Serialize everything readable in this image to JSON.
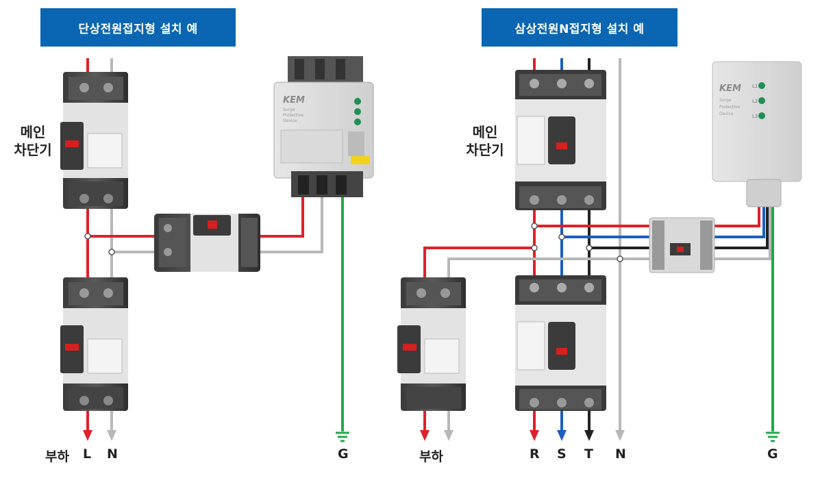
{
  "left_panel": {
    "title": "단상전원접지형 설치 예",
    "main_breaker_label_line1": "메인",
    "main_breaker_label_line2": "차단기",
    "bottom_labels": {
      "load": "부하",
      "live": "L",
      "neutral": "N",
      "ground": "G"
    },
    "spd": {
      "brand": "KEM",
      "desc_line1": "Surge",
      "desc_line2": "Protective",
      "desc_line3": "Device"
    }
  },
  "right_panel": {
    "title": "삼상전원N접지형 설치 예",
    "main_breaker_label_line1": "메인",
    "main_breaker_label_line2": "차단기",
    "bottom_labels": {
      "load": "부하",
      "r": "R",
      "s": "S",
      "t": "T",
      "neutral": "N",
      "ground": "G"
    },
    "spd": {
      "brand": "KEM",
      "desc_line1": "Surge",
      "desc_line2": "Protective",
      "desc_line3": "Device",
      "leds": [
        "L1",
        "L2",
        "L3"
      ]
    }
  },
  "colors": {
    "banner": "#0a66b3",
    "wire_red": "#e0202a",
    "wire_blue": "#1a5fc0",
    "wire_black": "#222222",
    "wire_gray": "#b8b8b8",
    "wire_green": "#1faa4a"
  }
}
